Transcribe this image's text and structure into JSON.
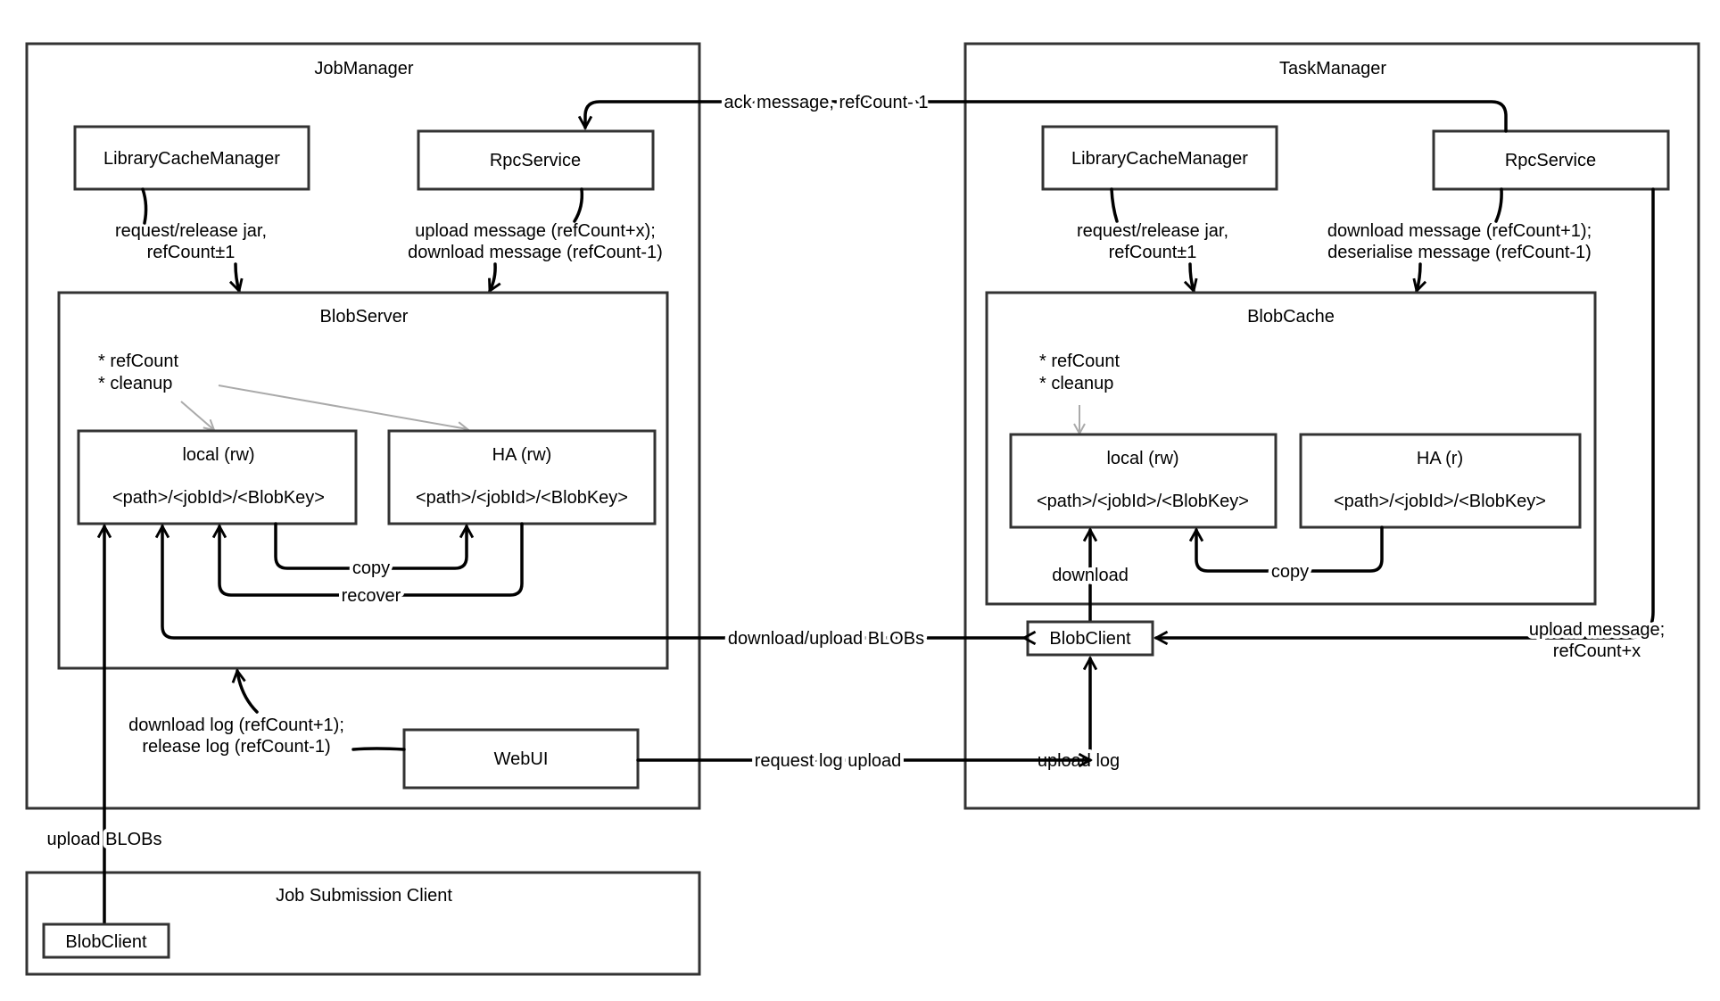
{
  "job_manager": {
    "title": "JobManager",
    "library_cache_manager": "LibraryCacheManager",
    "rpc_service": "RpcService",
    "lib_edge_label": [
      "request/release jar,",
      "refCount±1"
    ],
    "rpc_edge_label": [
      "upload message (refCount+x);",
      "download message (refCount-1)"
    ],
    "blob_server": {
      "title": "BlobServer",
      "notes": [
        "* refCount",
        "* cleanup"
      ],
      "local": {
        "title": "local (rw)",
        "path": "<path>/<jobId>/<BlobKey>"
      },
      "ha": {
        "title": "HA (rw)",
        "path": "<path>/<jobId>/<BlobKey>"
      },
      "copy_label": "copy",
      "recover_label": "recover"
    },
    "webui_edge_label": [
      "download log (refCount+1);",
      "release log (refCount-1)"
    ],
    "webui": "WebUI"
  },
  "task_manager": {
    "title": "TaskManager",
    "library_cache_manager": "LibraryCacheManager",
    "rpc_service": "RpcService",
    "lib_edge_label": [
      "request/release jar,",
      "refCount±1"
    ],
    "rpc_edge_label": [
      "download message (refCount+1);",
      "deserialise message (refCount-1)"
    ],
    "blob_cache": {
      "title": "BlobCache",
      "notes": [
        "* refCount",
        "* cleanup"
      ],
      "local": {
        "title": "local (rw)",
        "path": "<path>/<jobId>/<BlobKey>"
      },
      "ha": {
        "title": "HA (r)",
        "path": "<path>/<jobId>/<BlobKey>"
      },
      "copy_label": "copy"
    },
    "download_label": "download",
    "blob_client": "BlobClient",
    "upload_log_label": "upload log",
    "upload_message_label": [
      "upload message;",
      "refCount+x"
    ]
  },
  "ack_label": "ack message, refCount- 1",
  "download_upload_blobs_label": "download/upload BLOBs",
  "request_log_upload_label": "request log upload",
  "upload_blobs_label": "upload BLOBs",
  "job_submission_client": {
    "title": "Job Submission Client",
    "blob_client": "BlobClient"
  }
}
